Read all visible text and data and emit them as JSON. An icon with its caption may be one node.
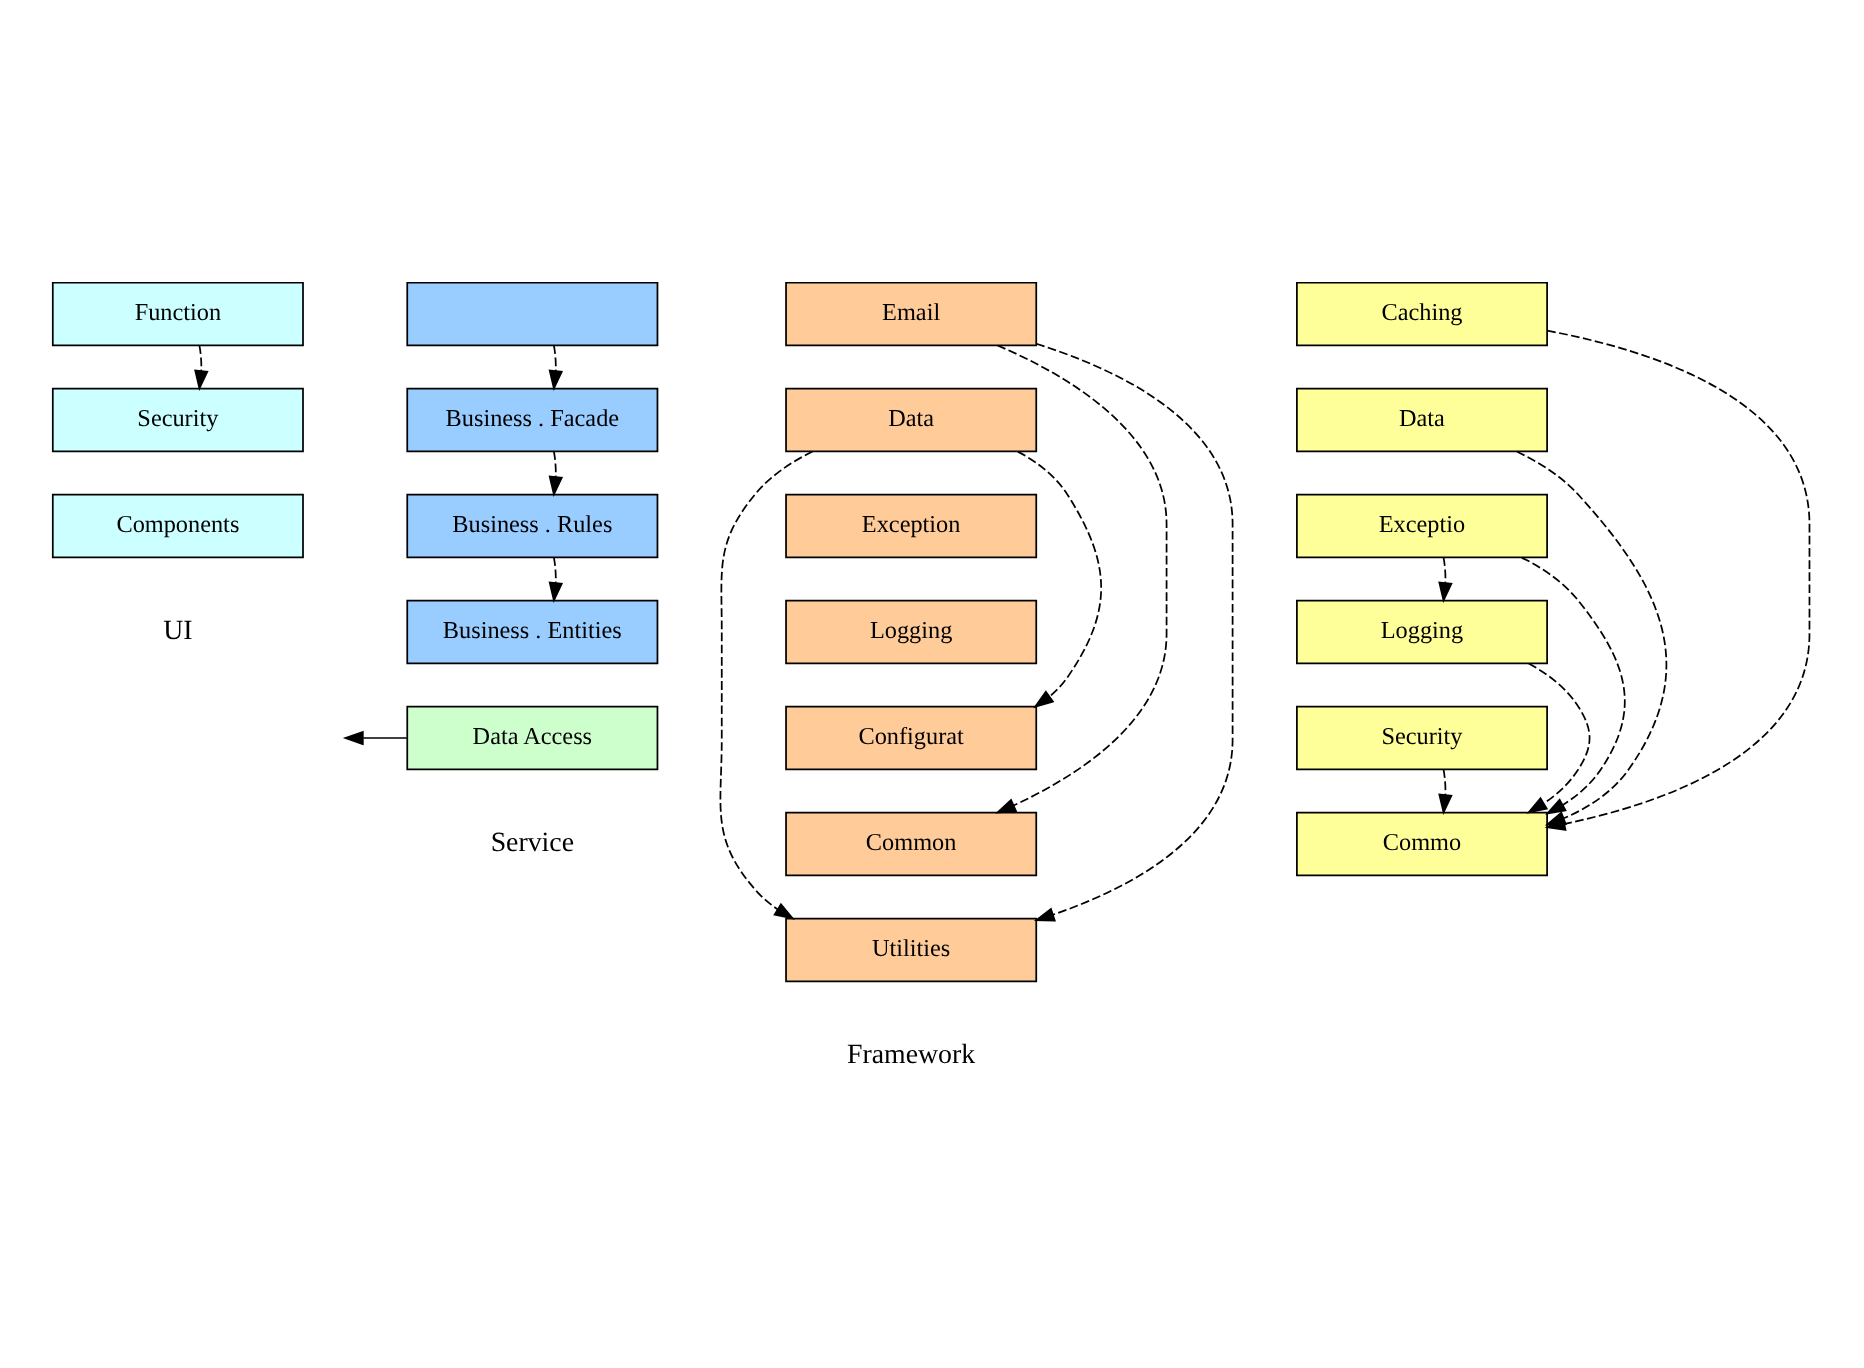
{
  "diagram": {
    "nodes": [
      {
        "text": [
          "Function"
        ]
      },
      {
        "text": [
          "Security"
        ]
      },
      {
        "text": [
          "Components"
        ]
      },
      {
        "text": [],
        "shape": "box"
      },
      {
        "text": [
          "Business . Facade"
        ]
      },
      {
        "text": [
          "Business . Rules"
        ]
      },
      {
        "text": [
          "Business . Entities"
        ]
      },
      {
        "text": [
          "Data Access"
        ]
      },
      {
        "text": [
          "Email"
        ]
      },
      {
        "text": [
          "Data"
        ]
      },
      {
        "text": [
          "Exception"
        ]
      },
      {
        "text": [
          "Logging"
        ]
      },
      {
        "text": [
          "Configurat"
        ]
      },
      {
        "text": [
          "Common"
        ]
      },
      {
        "text": [
          "Utilities"
        ]
      },
      {
        "text": [
          "Caching"
        ]
      },
      {
        "text": [
          "Data"
        ]
      },
      {
        "text": [
          "Exceptio"
        ]
      },
      {
        "text": [
          "Logging"
        ]
      },
      {
        "text": [
          "Security"
        ]
      },
      {
        "text": [
          "Commo"
        ]
      }
    ],
    "edges": [
      {
        "from": 0,
        "to": 1,
        "arrow": "to",
        "style": "dashed"
      },
      {
        "from": 3,
        "to": 4,
        "arrow": "to",
        "style": "dashed"
      },
      {
        "from": 4,
        "to": 5,
        "arrow": "to",
        "style": "dashed"
      },
      {
        "from": 5,
        "to": 6,
        "arrow": "to",
        "style": "dashed"
      },
      {
        "from": 7,
        "to": null,
        "arrow": "to"
      },
      {
        "from": 8,
        "to": 13,
        "arrow": "to",
        "style": "dashed"
      },
      {
        "from": 8,
        "to": 14,
        "arrow": "to",
        "style": "dashed"
      },
      {
        "from": 9,
        "to": 12,
        "arrow": "to",
        "style": "dashed"
      },
      {
        "from": 9,
        "to": 14,
        "arrow": "to",
        "style": "dashed"
      },
      {
        "from": 17,
        "to": 18,
        "arrow": "to",
        "style": "dashed"
      },
      {
        "from": 17,
        "to": 20,
        "arrow": "to",
        "style": "dashed"
      },
      {
        "from": 16,
        "to": 20,
        "arrow": "to",
        "style": "dashed"
      },
      {
        "from": 15,
        "to": 20,
        "arrow": "to",
        "style": "dashed"
      },
      {
        "from": 18,
        "to": 20,
        "arrow": "to",
        "style": "dashed"
      },
      {
        "from": 19,
        "to": 20,
        "arrow": "to",
        "style": "dashed"
      }
    ],
    "labels": [
      "UI",
      "Service",
      "Framework"
    ]
  }
}
